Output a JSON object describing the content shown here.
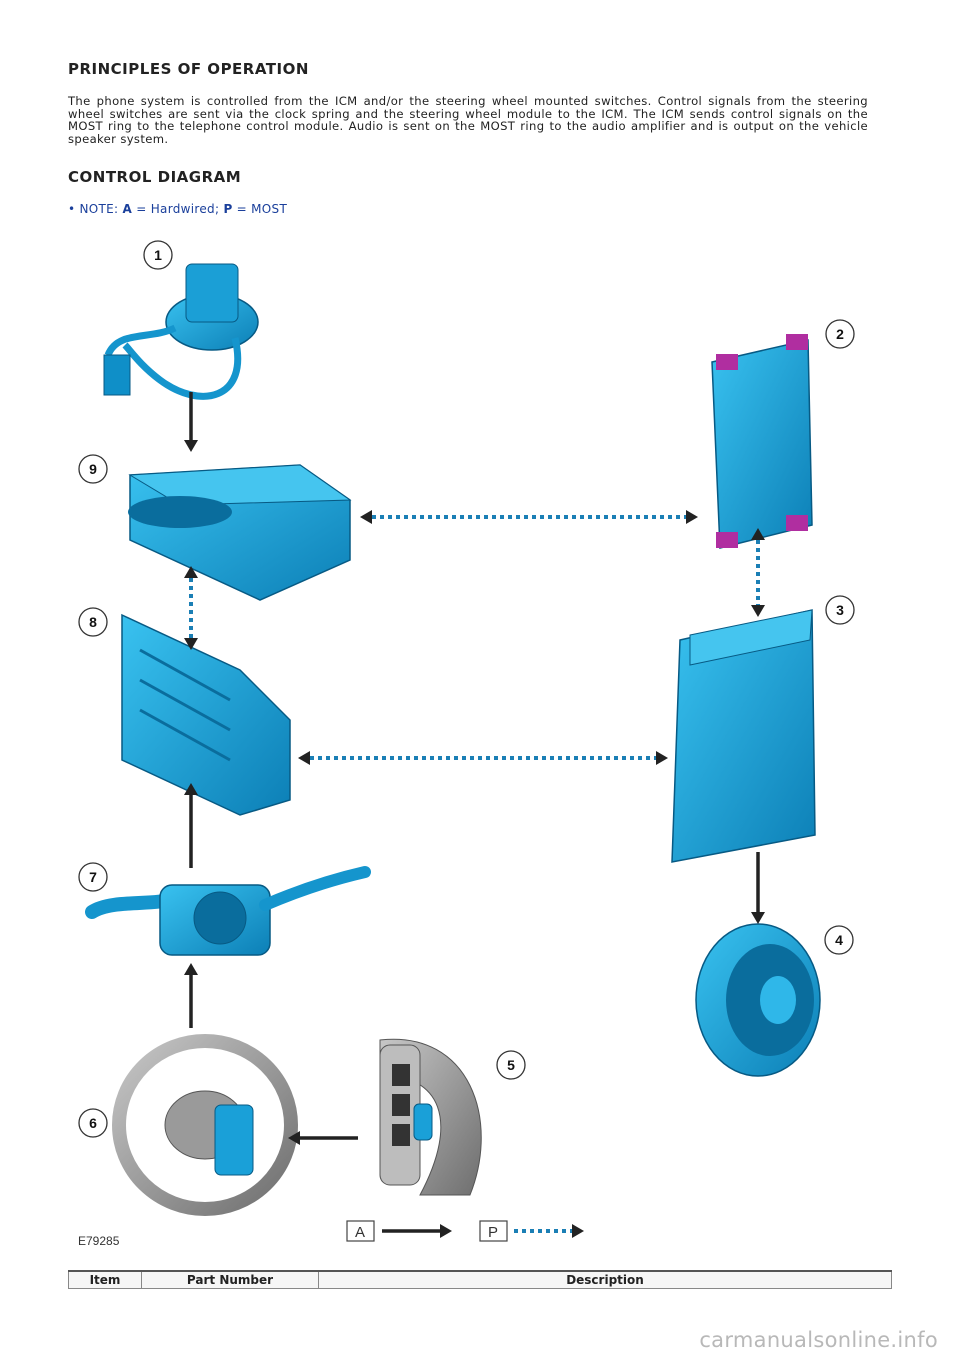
{
  "heading_principles": "PRINCIPLES OF OPERATION",
  "principles_text": "The phone system is controlled from the ICM and/or the steering wheel mounted switches. Control signals from the steering wheel switches are sent via the clock spring and the steering wheel module to the ICM. The ICM sends control signals on the MOST ring to the telephone control module. Audio is sent on the MOST ring to the audio amplifier and is output on the vehicle speaker system.",
  "heading_diagram": "CONTROL DIAGRAM",
  "note": {
    "bullet": "•",
    "prefix": "NOTE:",
    "a_key": "A",
    "a_text": "= Hardwired;",
    "p_key": "P",
    "p_text": "= MOST"
  },
  "callouts": [
    "1",
    "2",
    "3",
    "4",
    "5",
    "6",
    "7",
    "8",
    "9"
  ],
  "legend": {
    "hardwired_key": "A",
    "most_key": "P"
  },
  "figure_id": "E79285",
  "table": {
    "headers": [
      "Item",
      "Part Number",
      "Description"
    ]
  },
  "watermark": "carmanualsonline.info",
  "colors": {
    "component": "#1aa0d8",
    "component_dark": "#0b6f9e",
    "most_link": "#1b7fb5",
    "connector": "#b02ea0"
  }
}
